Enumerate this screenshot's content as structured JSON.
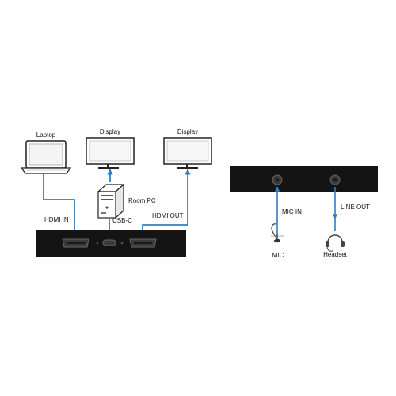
{
  "labels": {
    "laptop": "Laptop",
    "display_left": "Display",
    "display_right": "Display",
    "room_pc": "Room PC",
    "hdmi_in": "HDMI IN",
    "usb_c": "USB-C",
    "hdmi_out": "HDMI OUT",
    "mic_in": "MIC IN",
    "line_out": "LINE OUT",
    "mic": "MIC",
    "headset": "Headset"
  },
  "colors": {
    "cable": "#2f7fc1",
    "device_body": "#141414",
    "port": "#3a3a3a",
    "background": "#ffffff"
  }
}
